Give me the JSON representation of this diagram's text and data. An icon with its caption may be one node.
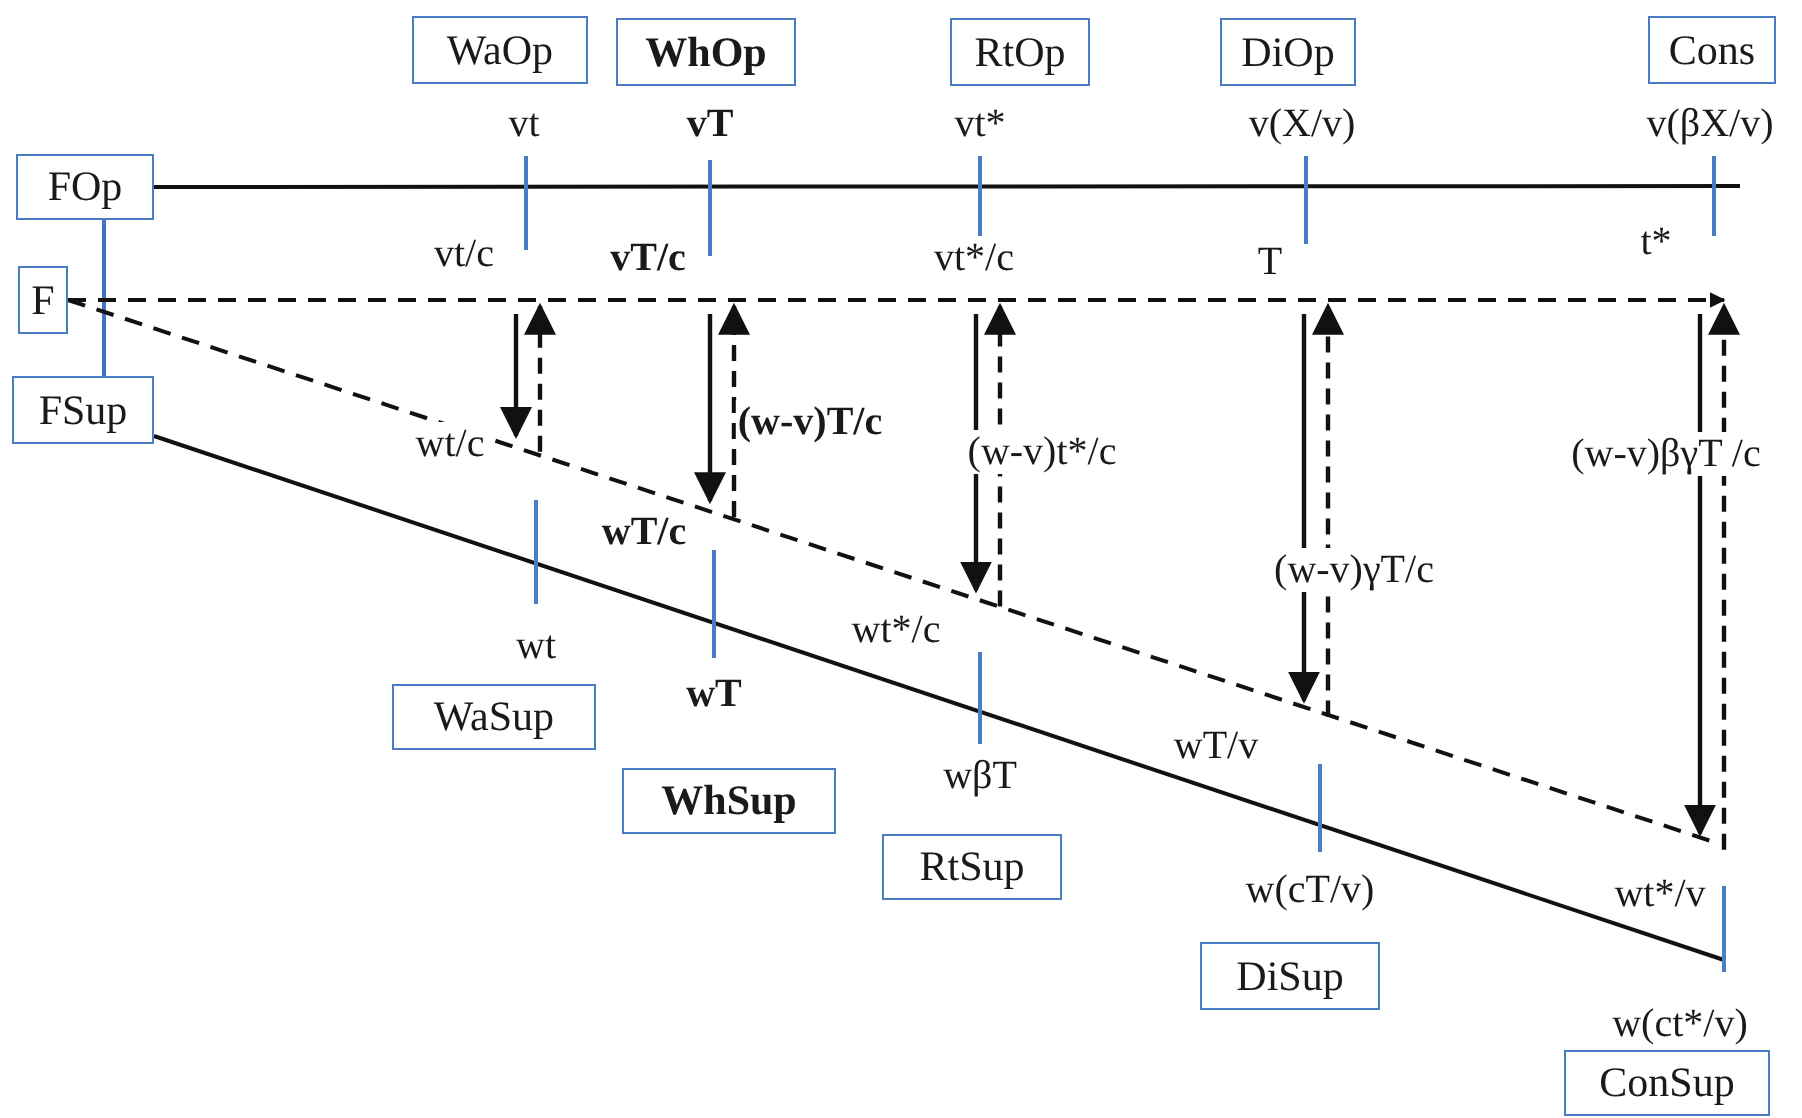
{
  "diagram": {
    "nodes": [
      {
        "text": [
          "WaOp"
        ]
      },
      {
        "text": [
          "WhOp"
        ]
      },
      {
        "text": [
          "RtOp"
        ]
      },
      {
        "text": [
          "DiOp"
        ]
      },
      {
        "text": [
          "Cons"
        ]
      },
      {
        "text": [
          "FOp"
        ]
      },
      {
        "text": [
          "F"
        ]
      },
      {
        "text": [
          "FSup"
        ]
      },
      {
        "text": [
          "WaSup"
        ]
      },
      {
        "text": [
          "WhSup"
        ]
      },
      {
        "text": [
          "RtSup"
        ]
      },
      {
        "text": [
          "DiSup"
        ]
      },
      {
        "text": [
          "ConSup"
        ]
      }
    ],
    "edges": [
      {
        "from": 5,
        "to": 7,
        "arrow": "none",
        "color": "#4472c4"
      },
      {
        "from": 5,
        "to": null,
        "arrow": "none"
      },
      {
        "from": 6,
        "to": null,
        "arrow": "to",
        "style": "dashed"
      },
      {
        "from": 6,
        "to": null,
        "arrow": "none",
        "style": "dashed"
      },
      {
        "from": 7,
        "to": null,
        "arrow": "none"
      }
    ],
    "labels": [
      "vt",
      "vT",
      "vt*",
      "v(X/v)",
      "v(βX/v)",
      "vt/c",
      "vT/c",
      "vt*/c",
      "T",
      "t*",
      "(w-v)T/c",
      "wt/c",
      "(w-v)t*/c",
      "(w-v)βγT /c",
      "wT/c",
      "(w-v)γT/c",
      "wt*/c",
      "wt",
      "wT",
      "wβT",
      "wT/v",
      "w(cT/v)",
      "wt*/v",
      "w(ct*/v)"
    ]
  }
}
